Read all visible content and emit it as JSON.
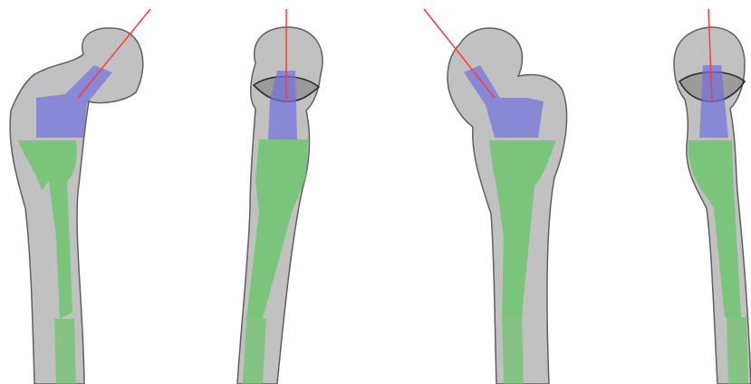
{
  "figure": {
    "views": [
      {
        "id": "view-1"
      },
      {
        "id": "view-2"
      },
      {
        "id": "view-3"
      },
      {
        "id": "view-4"
      }
    ],
    "colors": {
      "background": "#ffffff",
      "bone_fill": "#8e8e8e",
      "bone_stroke": "#5f5f5f",
      "stem_blue": "#6f6fe0",
      "sleeve_green": "#5cc45c",
      "axis_red": "#ff3b3b",
      "dark_rim": "#2a2a2a"
    }
  }
}
